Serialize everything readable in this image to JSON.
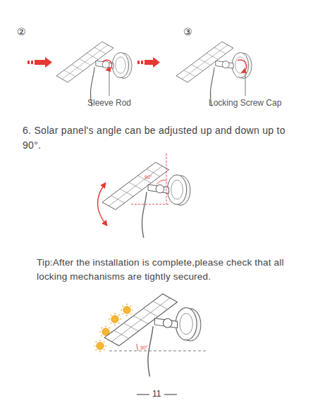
{
  "diagram": {
    "labels": [
      "②",
      "③",
      "Sleeve Rod",
      "Locking Screw Cap",
      "6. Solar panel's angle can be adjusted up and down up to 90°.",
      "90°",
      "Tip:After the installation is complete,please check that all locking mechanisms are tightly secured.",
      "30°",
      "11"
    ]
  }
}
